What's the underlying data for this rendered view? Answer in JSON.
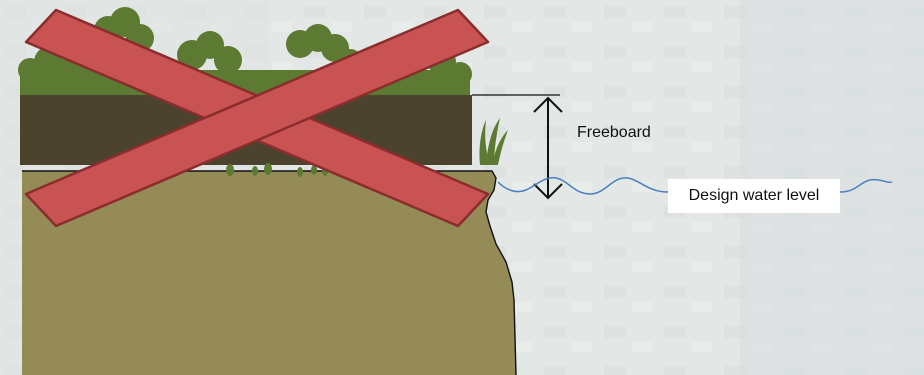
{
  "labels": {
    "freeboard": "Freeboard",
    "design_water_level": "Design water level"
  },
  "colors": {
    "background": "#e3e7e6",
    "soil": "#958b56",
    "vegetation_mat": "#4c432e",
    "shrub": "#5c7a32",
    "water_line": "#4a7fc0",
    "cross": "#c95252",
    "cross_outline": "#8a2d2d"
  },
  "icons": {
    "rejected_marker": "red-x-mark"
  }
}
